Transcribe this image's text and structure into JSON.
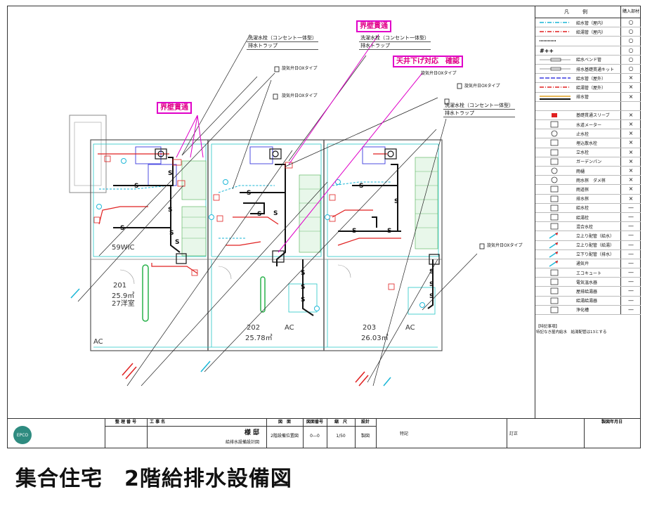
{
  "callouts": {
    "c1": [
      "洗濯水栓（コンセント一体型）",
      "排水トラップ"
    ],
    "c2": [
      "洗濯水栓（コンセント一体型）",
      "排水トラップ"
    ],
    "c3": [
      "洗濯水栓（コンセント一体型）",
      "排水トラップ"
    ],
    "vent1": "旋気弁日OXタイプ",
    "vent2": "旋気弁日OXタイプ",
    "vent3": "旋気弁日OXタイプ",
    "vent4": "旋気弁日OXタイプ",
    "vent5": "旋気弁日OXタイプ"
  },
  "tags": {
    "wall1": "界壁貫通",
    "wall2": "界壁貫通",
    "ceiling": "天井下げ対応　確認"
  },
  "rooms": {
    "r201": "201",
    "r201_area": "25.9㎡",
    "r201_size": "27洋室",
    "r202": "202",
    "r202_area": "25.78㎡",
    "r203": "203",
    "r203_area": "26.03㎡",
    "wic": "59WIC",
    "ac1": "AC",
    "ac2": "AC",
    "ac3": "AC"
  },
  "legend": {
    "title": "凡　例",
    "col2": "購入部材",
    "rows": [
      {
        "label": "給水管（屋内）",
        "mark": "○",
        "sym": "cyan"
      },
      {
        "label": "給湯管（屋内）",
        "mark": "○",
        "sym": "red"
      },
      {
        "label": "",
        "mark": "○",
        "sym": "dots"
      },
      {
        "label": "",
        "mark": "○",
        "sym": "hash"
      },
      {
        "label": "給水ベンド管",
        "mark": "○",
        "sym": "line"
      },
      {
        "label": "排水基礎貫通キット",
        "mark": "○",
        "sym": "line"
      },
      {
        "label": "給水管（屋外）",
        "mark": "×",
        "sym": "blue"
      },
      {
        "label": "給湯管（屋外）",
        "mark": "×",
        "sym": "red2"
      },
      {
        "label": "排水管",
        "mark": "×",
        "sym": "drain"
      },
      {
        "label": "",
        "mark": "",
        "sym": "none"
      },
      {
        "label": "基礎貫通スリーブ",
        "mark": "×",
        "sym": "sleeve"
      },
      {
        "label": "水道メーター",
        "mark": "×",
        "sym": "box"
      },
      {
        "label": "止水栓",
        "mark": "×",
        "sym": "circ"
      },
      {
        "label": "埋込散水栓",
        "mark": "×",
        "sym": "box"
      },
      {
        "label": "立水栓",
        "mark": "×",
        "sym": "box"
      },
      {
        "label": "ガーデンパン",
        "mark": "×",
        "sym": "box"
      },
      {
        "label": "雨樋",
        "mark": "×",
        "sym": "circ"
      },
      {
        "label": "雨水桝　ダメ桝",
        "mark": "×",
        "sym": "circ"
      },
      {
        "label": "雨道桝",
        "mark": "×",
        "sym": "box"
      },
      {
        "label": "排水桝",
        "mark": "×",
        "sym": "box"
      },
      {
        "label": "給水栓",
        "mark": "—",
        "sym": "box"
      },
      {
        "label": "給湯栓",
        "mark": "—",
        "sym": "box"
      },
      {
        "label": "混合水栓",
        "mark": "—",
        "sym": "box"
      },
      {
        "label": "立上り配管（給水）",
        "mark": "—",
        "sym": "arrow"
      },
      {
        "label": "立上り配管（給湯）",
        "mark": "—",
        "sym": "arrow"
      },
      {
        "label": "立下り配管（排水）",
        "mark": "—",
        "sym": "arrow"
      },
      {
        "label": "通気弁",
        "mark": "—",
        "sym": "arrow"
      },
      {
        "label": "エコキュート",
        "mark": "—",
        "sym": "box"
      },
      {
        "label": "電気温水器",
        "mark": "—",
        "sym": "box"
      },
      {
        "label": "屋排給湯器",
        "mark": "—",
        "sym": "box"
      },
      {
        "label": "給湯給湯器",
        "mark": "—",
        "sym": "box"
      },
      {
        "label": "浄化槽",
        "mark": "—",
        "sym": "box"
      }
    ],
    "notes_title": "【特記事項】",
    "notes_body": "特記なき屋内給水　給湯配管は13とする"
  },
  "title_block": {
    "h_num": "整 理 番 号",
    "h_proj": "工 事 名",
    "proj_name": "様 邸",
    "proj_sub": "給排水設備設計図",
    "h_dwg": "図　面",
    "dwg": "2階設備位置図",
    "h_dwgno": "図面番号",
    "dwgno": "0—0",
    "h_scale": "縮　尺",
    "scale": "1/50",
    "h_design": "設計",
    "design": "製図",
    "note_label": "特記",
    "rev_label": "訂正",
    "date_label": "製図年月日",
    "logo": "EPCO"
  },
  "caption": "集合住宅　2階給排水設備図"
}
